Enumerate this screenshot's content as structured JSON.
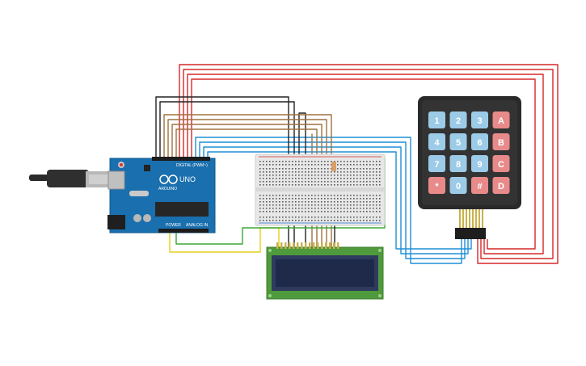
{
  "arduino": {
    "model_label": "UNO",
    "brand_label": "ARDUINO",
    "digital_label": "DIGITAL (PWM~)",
    "power_label": "POWER",
    "analog_label": "ANALOG IN"
  },
  "keypad": {
    "keys": [
      [
        "1",
        "2",
        "3",
        "A"
      ],
      [
        "4",
        "5",
        "6",
        "B"
      ],
      [
        "7",
        "8",
        "9",
        "C"
      ],
      [
        "*",
        "0",
        "#",
        "D"
      ]
    ]
  },
  "colors": {
    "board": "#1a6fae",
    "keypad_body": "#2a2a2a",
    "key_blue": "#9ccbe8",
    "key_red": "#e88a8a",
    "lcd_pcb": "#4f9a3c",
    "lcd_screen": "#1f2a4a",
    "wire_red": "#d62828",
    "wire_blue": "#1f8fd6",
    "wire_brown": "#a0713f",
    "wire_black": "#222222",
    "wire_yellow": "#e6cf1a",
    "wire_green": "#3aa835"
  }
}
